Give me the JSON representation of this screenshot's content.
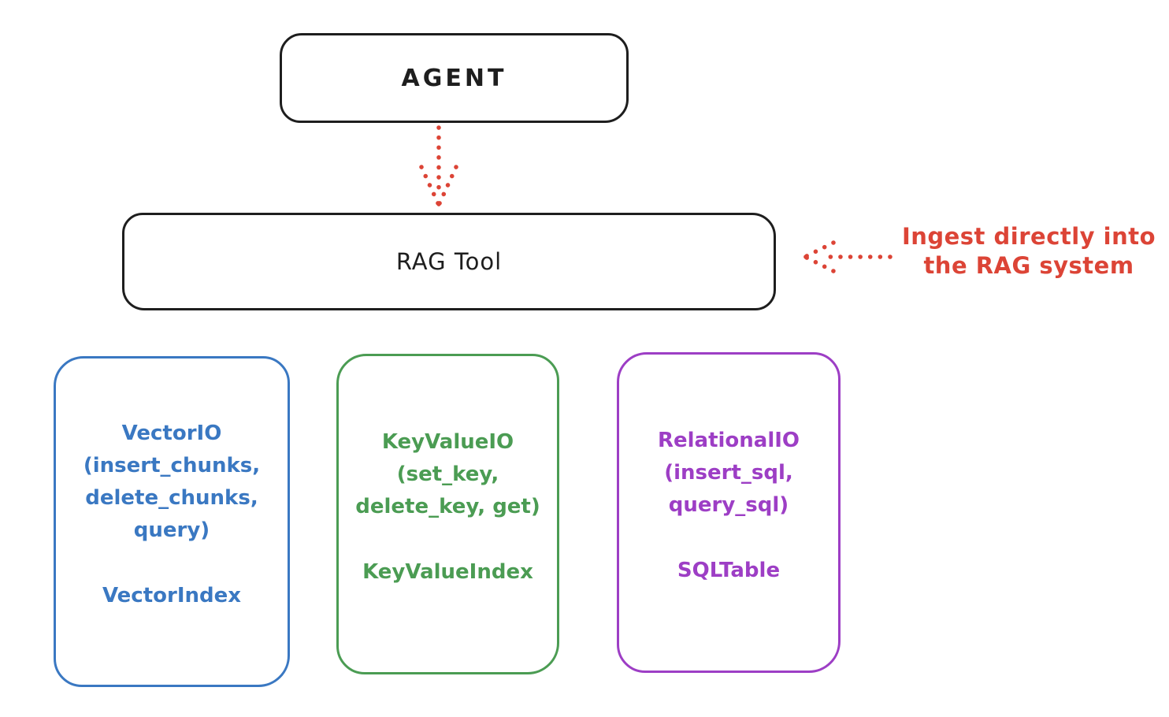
{
  "diagram": {
    "colors": {
      "background": "#ffffff",
      "stroke_black": "#1e1e1e",
      "red": "#dc4436",
      "blue": "#3a78c2",
      "green": "#4b9c53",
      "purple": "#9d3ec5"
    },
    "agent_box": {
      "label": "AGENT"
    },
    "rag_tool_box": {
      "label": "RAG Tool"
    },
    "ingest_annotation": {
      "line1": "Ingest directly into",
      "line2": "the RAG system"
    },
    "arrows": [
      {
        "name": "agent-to-rag-arrow",
        "style": "dotted",
        "color": "#dc4436",
        "direction": "down"
      },
      {
        "name": "ingest-into-rag-arrow",
        "style": "dotted",
        "color": "#dc4436",
        "direction": "left"
      }
    ],
    "io_boxes": [
      {
        "name": "vector-io",
        "color": "#3a78c2",
        "lines": [
          "VectorIO",
          "(insert_chunks,",
          "delete_chunks,",
          "query)"
        ],
        "index_label": "VectorIndex"
      },
      {
        "name": "key-value-io",
        "color": "#4b9c53",
        "lines": [
          "KeyValueIO",
          "(set_key,",
          "delete_key, get)"
        ],
        "index_label": "KeyValueIndex"
      },
      {
        "name": "relational-io",
        "color": "#9d3ec5",
        "lines": [
          "RelationalIO",
          "(insert_sql,",
          "query_sql)"
        ],
        "index_label": "SQLTable"
      }
    ]
  }
}
